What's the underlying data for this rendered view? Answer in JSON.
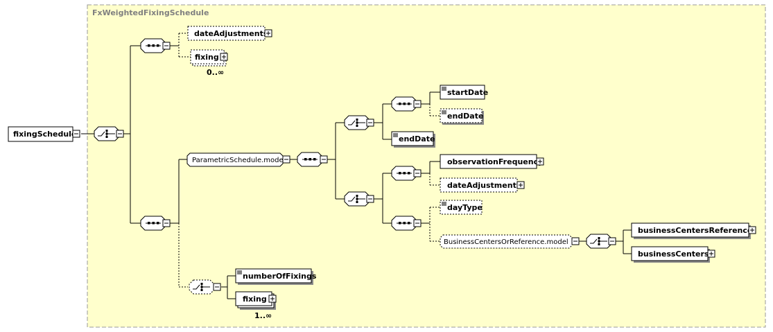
{
  "container": {
    "title": "FxWeightedFixingSchedule"
  },
  "root": {
    "label": "fixingSchedule"
  },
  "elements": {
    "dateAdjustments_top": "dateAdjustments",
    "fixing_top": "fixing",
    "fixing_top_cardinality": "0..∞",
    "parametric_model": "ParametricSchedule.model",
    "startDate": "startDate",
    "endDate_optional": "endDate",
    "endDate": "endDate",
    "observationFrequency": "observationFrequency",
    "dateAdjustments_mid": "dateAdjustments",
    "dayType": "dayType",
    "bcor_model": "BusinessCentersOrReference.model",
    "businessCentersReference": "businessCentersReference",
    "businessCenters": "businessCenters",
    "numberOfFixings": "numberOfFixings",
    "fixing_bottom": "fixing",
    "fixing_bottom_cardinality": "1..∞"
  },
  "colors": {
    "container_fill": "#ffffcc",
    "container_border": "#999999",
    "title": "#808080"
  }
}
